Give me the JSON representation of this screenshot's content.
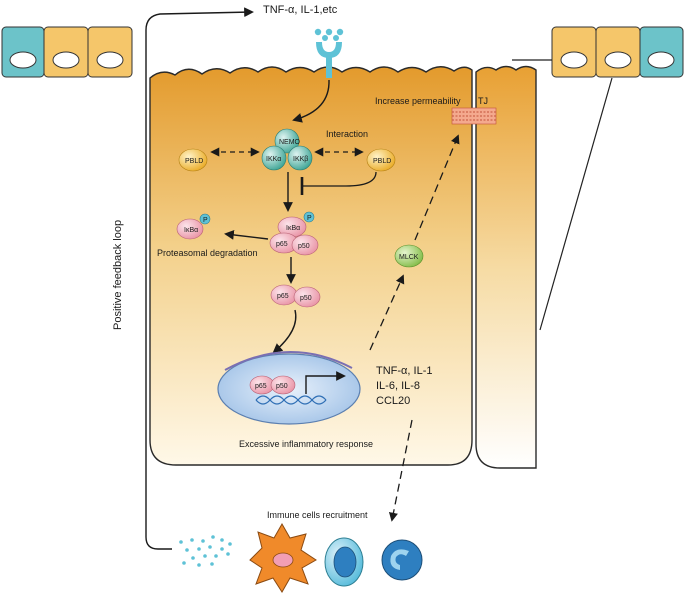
{
  "labels": {
    "cytokine_top": "TNF-α, IL-1,etc",
    "nemo": "NEMO",
    "ikka": "IKKα",
    "ikkb": "IKKβ",
    "interaction": "Interaction",
    "pbld_left": "PBLD",
    "pbld_right": "PBLD",
    "ikba_left": "IκBα",
    "ikba_complex": "IκBα",
    "p_left": "P",
    "p_complex": "P",
    "p65_complex": "p65",
    "p50_complex": "p50",
    "proteasomal_degradation": "Proteasomal degradation",
    "p65_free": "p65",
    "p50_free": "p50",
    "p65_nucleus": "p65",
    "p50_nucleus": "p50",
    "genes_line1": "TNF-α, IL-1",
    "genes_line2": "IL-6, IL-8",
    "genes_line3": "CCL20",
    "excessive_response": "Excessive inflammatory response",
    "increase_permeability": "Increase permeability",
    "tj": "TJ",
    "mlck": "MLCK",
    "immune_recruitment": "Immune cells recruitment",
    "feedback_loop": "Positive feedback loop"
  },
  "colors": {
    "cell_orange": "#E8A033",
    "cell_cream": "#FFF6E0",
    "epithelial_orange": "#F5C66A",
    "epithelial_teal": "#6CC3C9",
    "ikk_teal": "#4FB5A8",
    "pbld_gold": "#F0B02A",
    "nfkb_pink": "#F0A5B3",
    "nucleus_blue": "#A9C8EC",
    "mlck_green": "#8CC44E",
    "tj_red": "#E07A5F",
    "macrophage_orange": "#F08A2A",
    "lymph_teal": "#5EC2D6",
    "neutrophil_blue": "#2E7FC0"
  }
}
